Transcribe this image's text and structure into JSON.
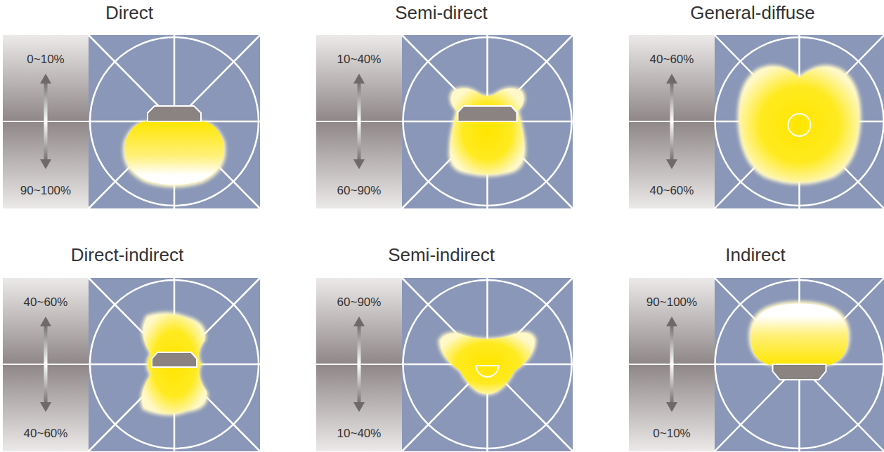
{
  "diagram": {
    "labels": [
      "Direct",
      "0~10%",
      "90~100%",
      "Semi-direct",
      "10~40%",
      "60~90%",
      "General-diffuse",
      "40~60%",
      "40~60%",
      "Direct-indirect",
      "40~60%",
      "40~60%",
      "Semi-indirect",
      "60~90%",
      "10~40%",
      "Indirect",
      "90~100%",
      "0~10%"
    ]
  }
}
